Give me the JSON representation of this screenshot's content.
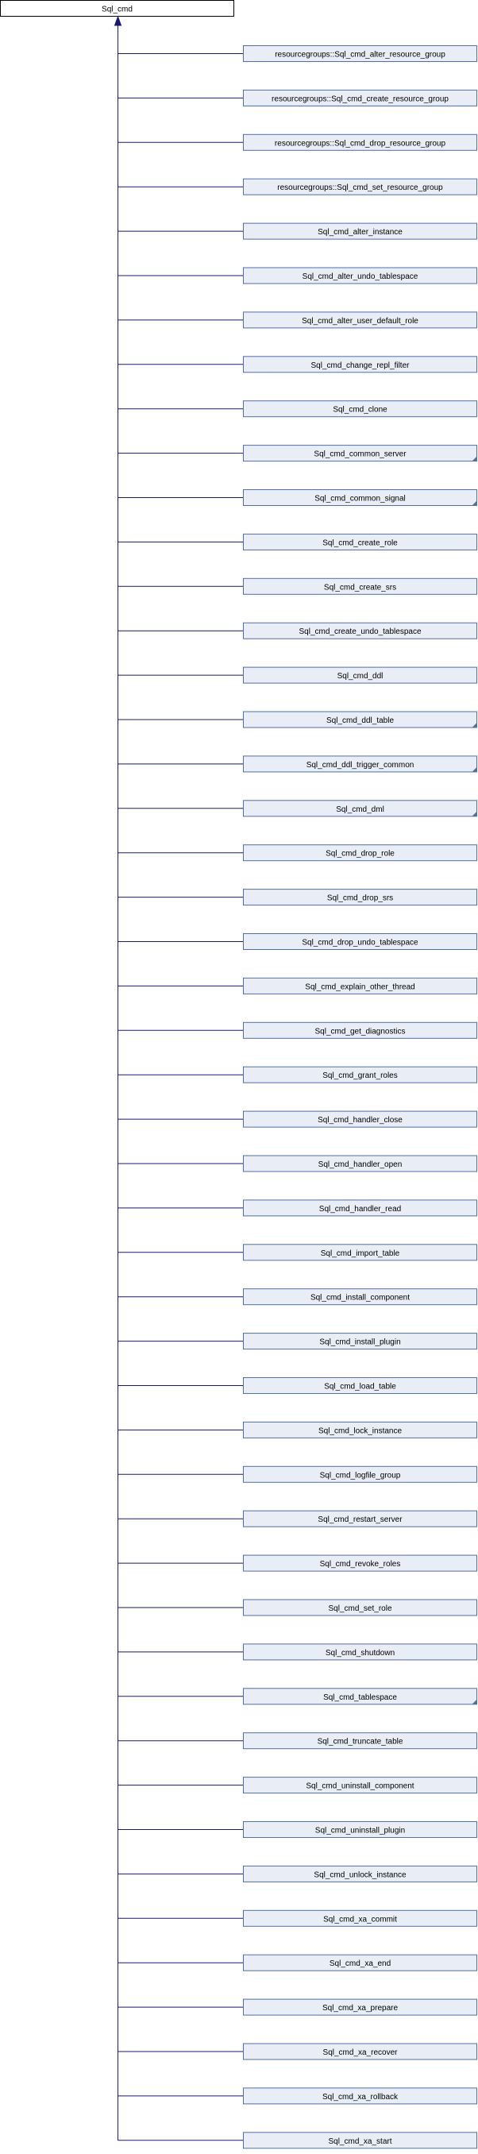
{
  "root": {
    "label": "Sql_cmd"
  },
  "colors": {
    "edge": "#191970",
    "box_fill": "#e8edf6",
    "box_stroke": "#506fab",
    "root_fill": "#ffffff",
    "root_stroke": "#000000"
  },
  "children": [
    {
      "label": "resourcegroups::Sql_cmd_alter_resource_group",
      "has_more": false
    },
    {
      "label": "resourcegroups::Sql_cmd_create_resource_group",
      "has_more": false
    },
    {
      "label": "resourcegroups::Sql_cmd_drop_resource_group",
      "has_more": false
    },
    {
      "label": "resourcegroups::Sql_cmd_set_resource_group",
      "has_more": false
    },
    {
      "label": "Sql_cmd_alter_instance",
      "has_more": false
    },
    {
      "label": "Sql_cmd_alter_undo_tablespace",
      "has_more": false
    },
    {
      "label": "Sql_cmd_alter_user_default_role",
      "has_more": false
    },
    {
      "label": "Sql_cmd_change_repl_filter",
      "has_more": false
    },
    {
      "label": "Sql_cmd_clone",
      "has_more": false
    },
    {
      "label": "Sql_cmd_common_server",
      "has_more": true
    },
    {
      "label": "Sql_cmd_common_signal",
      "has_more": true
    },
    {
      "label": "Sql_cmd_create_role",
      "has_more": false
    },
    {
      "label": "Sql_cmd_create_srs",
      "has_more": false
    },
    {
      "label": "Sql_cmd_create_undo_tablespace",
      "has_more": false
    },
    {
      "label": "Sql_cmd_ddl",
      "has_more": false
    },
    {
      "label": "Sql_cmd_ddl_table",
      "has_more": true
    },
    {
      "label": "Sql_cmd_ddl_trigger_common",
      "has_more": true
    },
    {
      "label": "Sql_cmd_dml",
      "has_more": true
    },
    {
      "label": "Sql_cmd_drop_role",
      "has_more": false
    },
    {
      "label": "Sql_cmd_drop_srs",
      "has_more": false
    },
    {
      "label": "Sql_cmd_drop_undo_tablespace",
      "has_more": false
    },
    {
      "label": "Sql_cmd_explain_other_thread",
      "has_more": false
    },
    {
      "label": "Sql_cmd_get_diagnostics",
      "has_more": false
    },
    {
      "label": "Sql_cmd_grant_roles",
      "has_more": false
    },
    {
      "label": "Sql_cmd_handler_close",
      "has_more": false
    },
    {
      "label": "Sql_cmd_handler_open",
      "has_more": false
    },
    {
      "label": "Sql_cmd_handler_read",
      "has_more": false
    },
    {
      "label": "Sql_cmd_import_table",
      "has_more": false
    },
    {
      "label": "Sql_cmd_install_component",
      "has_more": false
    },
    {
      "label": "Sql_cmd_install_plugin",
      "has_more": false
    },
    {
      "label": "Sql_cmd_load_table",
      "has_more": false
    },
    {
      "label": "Sql_cmd_lock_instance",
      "has_more": false
    },
    {
      "label": "Sql_cmd_logfile_group",
      "has_more": false
    },
    {
      "label": "Sql_cmd_restart_server",
      "has_more": false
    },
    {
      "label": "Sql_cmd_revoke_roles",
      "has_more": false
    },
    {
      "label": "Sql_cmd_set_role",
      "has_more": false
    },
    {
      "label": "Sql_cmd_shutdown",
      "has_more": false
    },
    {
      "label": "Sql_cmd_tablespace",
      "has_more": true
    },
    {
      "label": "Sql_cmd_truncate_table",
      "has_more": false
    },
    {
      "label": "Sql_cmd_uninstall_component",
      "has_more": false
    },
    {
      "label": "Sql_cmd_uninstall_plugin",
      "has_more": false
    },
    {
      "label": "Sql_cmd_unlock_instance",
      "has_more": false
    },
    {
      "label": "Sql_cmd_xa_commit",
      "has_more": false
    },
    {
      "label": "Sql_cmd_xa_end",
      "has_more": false
    },
    {
      "label": "Sql_cmd_xa_prepare",
      "has_more": false
    },
    {
      "label": "Sql_cmd_xa_recover",
      "has_more": false
    },
    {
      "label": "Sql_cmd_xa_rollback",
      "has_more": false
    },
    {
      "label": "Sql_cmd_xa_start",
      "has_more": false
    }
  ]
}
